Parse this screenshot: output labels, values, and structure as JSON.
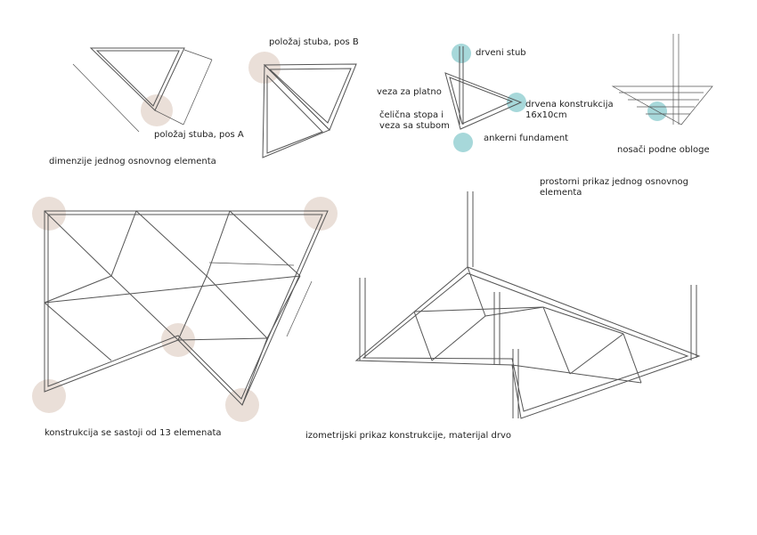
{
  "labels": {
    "pos_b": "položaj stuba, pos B",
    "pos_a": "položaj stuba, pos A",
    "dimensions": "dimenzije jednog osnovnog elementa",
    "drveni_stub": "drveni stub",
    "veza_za_platno": "veza za platno",
    "drvena_konstrukcija": "drvena konstrukcija",
    "drvena_dim": "16x10cm",
    "celicna_stopa_1": "čelična stopa i",
    "celicna_stopa_2": "veza sa stubom",
    "ankerni": "ankerni fundament",
    "nosaci": "nosači podne obloge",
    "prostorni_1": "prostorni prikaz jednog osnovnog",
    "prostorni_2": "elementa",
    "konstrukcija": "konstrukcija se sastoji od 13 elemenata",
    "izometrijski": "izometrijski prikaz konstrukcije, materijal drvo"
  },
  "colors": {
    "post_marker": "#eadfd8",
    "detail_marker": "#a7d8da",
    "line": "#555555"
  }
}
